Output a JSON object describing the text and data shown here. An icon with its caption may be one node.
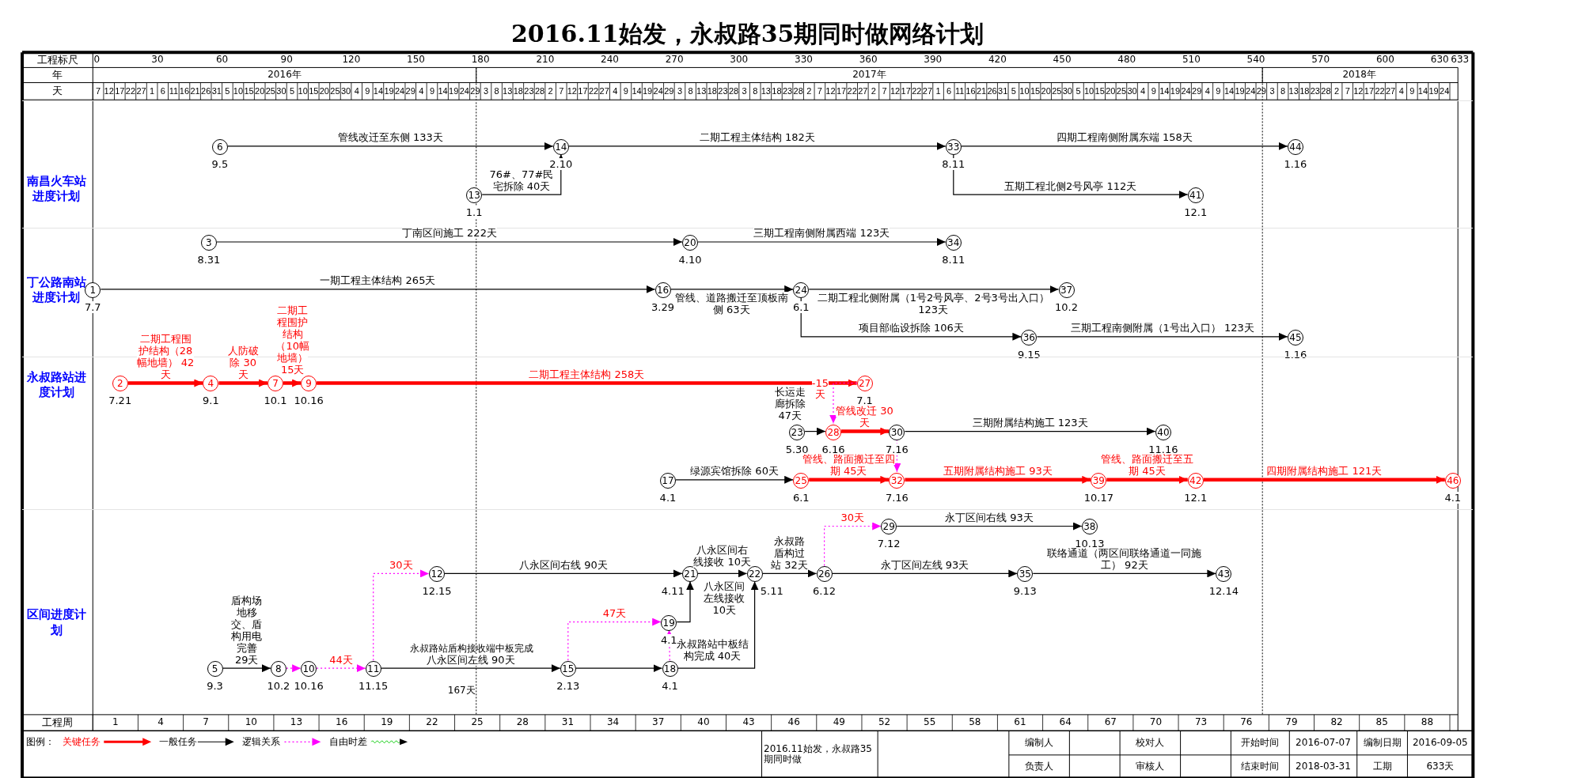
{
  "diagram": {
    "title": "2016.11始发，永叔路35期同时做网络计划",
    "nodes": [
      {
        "text": [
          "南昌火车站进度计划"
        ]
      },
      {
        "text": [
          "丁公路南站进度计划"
        ]
      },
      {
        "text": [
          "永叔路站进度计划"
        ]
      },
      {
        "text": [
          "区间进度计划"
        ]
      },
      {
        "text": [
          "1"
        ],
        "beside": [
          "7.7"
        ],
        "in": 1
      },
      {
        "text": [
          "2"
        ],
        "beside": [
          "7.21"
        ],
        "in": 2
      },
      {
        "text": [
          "3"
        ],
        "beside": [
          "8.31"
        ],
        "in": 1
      },
      {
        "text": [
          "4"
        ],
        "beside": [
          "9.1"
        ],
        "in": 2
      },
      {
        "text": [
          "5"
        ],
        "beside": [
          "9.3"
        ],
        "in": 3
      },
      {
        "text": [
          "6"
        ],
        "beside": [
          "9.5"
        ],
        "in": 0
      },
      {
        "text": [
          "7"
        ],
        "beside": [
          "10.1"
        ],
        "in": 2
      },
      {
        "text": [
          "8"
        ],
        "beside": [
          "10.2"
        ],
        "in": 3
      },
      {
        "text": [
          "9"
        ],
        "beside": [
          "10.16"
        ],
        "in": 2
      },
      {
        "text": [
          "10"
        ],
        "beside": [
          "10.16"
        ],
        "in": 3
      },
      {
        "text": [
          "11"
        ],
        "beside": [
          "11.15"
        ],
        "in": 3
      },
      {
        "text": [
          "12"
        ],
        "beside": [
          "12.15"
        ],
        "in": 3
      },
      {
        "text": [
          "13"
        ],
        "beside": [
          "1.1"
        ],
        "in": 0
      },
      {
        "text": [
          "14"
        ],
        "beside": [
          "2.10"
        ],
        "in": 0
      },
      {
        "text": [
          "15"
        ],
        "beside": [
          "2.13"
        ],
        "in": 3
      },
      {
        "text": [
          "16"
        ],
        "beside": [
          "3.29"
        ],
        "in": 1
      },
      {
        "text": [
          "17"
        ],
        "beside": [
          "4.1"
        ],
        "in": 2
      },
      {
        "text": [
          "18"
        ],
        "beside": [
          "4.1"
        ],
        "in": 3
      },
      {
        "text": [
          "19"
        ],
        "beside": [
          "4.1"
        ],
        "in": 3
      },
      {
        "text": [
          "20"
        ],
        "beside": [
          "4.10"
        ],
        "in": 1
      },
      {
        "text": [
          "21"
        ],
        "beside": [
          "4.11"
        ],
        "in": 3
      },
      {
        "text": [
          "22"
        ],
        "beside": [
          "5.11"
        ],
        "in": 3
      },
      {
        "text": [
          "23"
        ],
        "beside": [
          "5.30"
        ],
        "in": 2
      },
      {
        "text": [
          "24"
        ],
        "beside": [
          "6.1"
        ],
        "in": 1
      },
      {
        "text": [
          "25"
        ],
        "beside": [
          "6.1"
        ],
        "in": 2
      },
      {
        "text": [
          "26"
        ],
        "beside": [
          "6.12"
        ],
        "in": 3
      },
      {
        "text": [
          "27"
        ],
        "beside": [
          "7.1"
        ],
        "in": 2
      },
      {
        "text": [
          "28"
        ],
        "beside": [
          "6.16"
        ],
        "in": 2
      },
      {
        "text": [
          "29"
        ],
        "beside": [
          "7.12"
        ],
        "in": 3
      },
      {
        "text": [
          "30"
        ],
        "beside": [
          "7.16"
        ],
        "in": 2
      },
      {
        "text": [
          "32"
        ],
        "beside": [
          "7.16"
        ],
        "in": 2
      },
      {
        "text": [
          "33"
        ],
        "beside": [
          "8.11"
        ],
        "in": 0
      },
      {
        "text": [
          "34"
        ],
        "beside": [
          "8.11"
        ],
        "in": 1
      },
      {
        "text": [
          "35"
        ],
        "beside": [
          "9.13"
        ],
        "in": 3
      },
      {
        "text": [
          "36"
        ],
        "beside": [
          "9.15"
        ],
        "in": 1
      },
      {
        "text": [
          "37"
        ],
        "beside": [
          "10.2"
        ],
        "in": 1
      },
      {
        "text": [
          "38"
        ],
        "beside": [
          "10.13"
        ],
        "in": 3
      },
      {
        "text": [
          "39"
        ],
        "beside": [
          "10.17"
        ],
        "in": 2
      },
      {
        "text": [
          "40"
        ],
        "beside": [
          "11.16"
        ],
        "in": 2
      },
      {
        "text": [
          "41"
        ],
        "beside": [
          "12.1"
        ],
        "in": 0
      },
      {
        "text": [
          "42"
        ],
        "beside": [
          "12.1"
        ],
        "in": 2
      },
      {
        "text": [
          "43"
        ],
        "beside": [
          "12.14"
        ],
        "in": 3
      },
      {
        "text": [
          "44"
        ],
        "beside": [
          "1.16"
        ],
        "in": 0
      },
      {
        "text": [
          "45"
        ],
        "beside": [
          "1.16"
        ],
        "in": 1
      },
      {
        "text": [
          "46"
        ],
        "beside": [
          "4.1"
        ],
        "in": 2
      }
    ],
    "edges": [
      {
        "from": 9,
        "to": 17,
        "arrow": "to",
        "label": "管线改迁至东侧 133天"
      },
      {
        "from": 16,
        "to": 17,
        "arrow": "to",
        "label": "76#、77#民宅拆除 40天"
      },
      {
        "from": 17,
        "to": 35,
        "arrow": "to",
        "label": "二期工程主体结构 182天"
      },
      {
        "from": 35,
        "to": 46,
        "arrow": "to",
        "label": "四期工程南侧附属东端 158天"
      },
      {
        "from": 35,
        "to": 43,
        "arrow": "to",
        "label": "五期工程北侧2号风亭 112天"
      },
      {
        "from": 6,
        "to": 23,
        "arrow": "to",
        "label": "丁南区间施工 222天"
      },
      {
        "from": 23,
        "to": 36,
        "arrow": "to",
        "label": "三期工程南侧附属西端 123天"
      },
      {
        "from": 4,
        "to": 19,
        "arrow": "to",
        "label": "一期工程主体结构 265天"
      },
      {
        "from": 19,
        "to": 27,
        "arrow": "to",
        "label": "管线、道路搬迁至顶板南侧 63天"
      },
      {
        "from": 27,
        "to": 39,
        "arrow": "to",
        "label": "二期工程北侧附属（1号2号风亭、2号3号出入口） 123天"
      },
      {
        "from": 27,
        "to": 38,
        "arrow": "to",
        "label": "项目部临设拆除 106天"
      },
      {
        "from": 38,
        "to": 47,
        "arrow": "to",
        "label": "三期工程南侧附属（1号出入口） 123天"
      },
      {
        "from": 5,
        "to": 7,
        "arrow": "to",
        "label": "二期工程围护结构（28幅地墙） 42天",
        "style": "thick",
        "color": "#ff0000"
      },
      {
        "from": 7,
        "to": 10,
        "arrow": "to",
        "label": "人防破除 30天",
        "style": "thick",
        "color": "#ff0000"
      },
      {
        "from": 10,
        "to": 12,
        "arrow": "to",
        "label": "二期工程围护结构（10幅地墙） 15天",
        "style": "thick",
        "color": "#ff0000"
      },
      {
        "from": 12,
        "to": 30,
        "arrow": "to",
        "label": "二期工程主体结构 258天",
        "style": "thick",
        "color": "#ff0000"
      },
      {
        "from": 30,
        "to": 31,
        "arrow": "to",
        "label": "-15天",
        "style": "dashed",
        "color": "#ff00ff"
      },
      {
        "from": 26,
        "to": 31,
        "arrow": "to",
        "label": "长运走廊拆除 47天"
      },
      {
        "from": 31,
        "to": 33,
        "arrow": "to",
        "label": "管线改迁 30天",
        "style": "thick",
        "color": "#ff0000"
      },
      {
        "from": 33,
        "to": 42,
        "arrow": "to",
        "label": "三期附属结构施工 123天"
      },
      {
        "from": 33,
        "to": 34,
        "arrow": "to",
        "style": "dashed",
        "color": "#ff00ff"
      },
      {
        "from": 20,
        "to": 28,
        "arrow": "to",
        "label": "绿源宾馆拆除 60天"
      },
      {
        "from": 28,
        "to": 34,
        "arrow": "to",
        "label": "管线、路面搬迁至四期 45天",
        "style": "thick",
        "color": "#ff0000"
      },
      {
        "from": 34,
        "to": 41,
        "arrow": "to",
        "label": "五期附属结构施工 93天",
        "style": "thick",
        "color": "#ff0000"
      },
      {
        "from": 41,
        "to": 44,
        "arrow": "to",
        "label": "管线、路面搬迁至五期 45天",
        "style": "thick",
        "color": "#ff0000"
      },
      {
        "from": 44,
        "to": 48,
        "arrow": "to",
        "label": "四期附属结构施工 121天",
        "style": "thick",
        "color": "#ff0000"
      },
      {
        "from": 8,
        "to": 11,
        "arrow": "to",
        "label": "盾构场地移交、盾构用电完善 29天"
      },
      {
        "from": 11,
        "to": 13,
        "arrow": "to",
        "style": "dashed",
        "color": "#ff00ff"
      },
      {
        "from": 13,
        "to": 14,
        "arrow": "to",
        "label": "44天",
        "style": "dashed",
        "color": "#ff00ff"
      },
      {
        "from": 14,
        "to": 15,
        "arrow": "to",
        "label": "30天",
        "style": "dashed",
        "color": "#ff00ff"
      },
      {
        "from": 14,
        "to": 18,
        "arrow": "to",
        "label": "八永区间左线 90天"
      },
      {
        "from": 18,
        "to": 21,
        "arrow": "to"
      },
      {
        "from": 18,
        "to": 22,
        "arrow": "to",
        "label": "47天",
        "style": "dashed",
        "color": "#ff00ff"
      },
      {
        "from": 21,
        "to": 22,
        "arrow": "to",
        "style": "dashed",
        "color": "#ff00ff"
      },
      {
        "from": 22,
        "to": 24,
        "arrow": "to",
        "label": "八永区间左线接收 10天"
      },
      {
        "from": 15,
        "to": 24,
        "arrow": "to",
        "label": "八永区间右线 90天"
      },
      {
        "from": 24,
        "to": 25,
        "arrow": "to",
        "label": "八永区间右线接收 10天"
      },
      {
        "from": 21,
        "to": 25,
        "arrow": "to",
        "label": "永叔路站中板结构完成 40天"
      },
      {
        "from": 25,
        "to": 29,
        "arrow": "to",
        "label": "永叔路盾构过站 32天"
      },
      {
        "from": 29,
        "to": 32,
        "arrow": "to",
        "label": "30天",
        "style": "dashed",
        "color": "#ff00ff"
      },
      {
        "from": 32,
        "to": 40,
        "arrow": "to",
        "label": "永丁区间右线 93天"
      },
      {
        "from": 29,
        "to": 37,
        "arrow": "to",
        "label": "永丁区间左线 93天"
      },
      {
        "from": 37,
        "to": 45,
        "arrow": "to",
        "label": "联络通道（两区间联络通道一同施工） 92天"
      }
    ],
    "labels": [
      "工程标尺",
      "0",
      "30",
      "60",
      "90",
      "120",
      "150",
      "180",
      "210",
      "240",
      "270",
      "300",
      "330",
      "360",
      "390",
      "420",
      "450",
      "480",
      "510",
      "540",
      "570",
      "600",
      "630",
      "633",
      "年",
      "2016年",
      "2017年",
      "2018年",
      "天",
      "7",
      "12",
      "17",
      "22",
      "27",
      "1",
      "6",
      "11",
      "16",
      "21",
      "26",
      "31",
      "5",
      "10",
      "15",
      "20",
      "25",
      "30",
      "5",
      "10",
      "15",
      "20",
      "25",
      "30",
      "4",
      "9",
      "14",
      "19",
      "24",
      "29",
      "4",
      "9",
      "14",
      "19",
      "24",
      "29",
      "3",
      "8",
      "13",
      "18",
      "23",
      "28",
      "2",
      "7",
      "12",
      "17",
      "22",
      "27",
      "4",
      "9",
      "14",
      "19",
      "24",
      "29",
      "3",
      "8",
      "13",
      "18",
      "23",
      "28",
      "3",
      "8",
      "13",
      "18",
      "23",
      "28",
      "2",
      "7",
      "12",
      "17",
      "22",
      "27",
      "2",
      "7",
      "12",
      "17",
      "22",
      "27",
      "1",
      "6",
      "11",
      "16",
      "21",
      "26",
      "31",
      "5",
      "10",
      "15",
      "20",
      "25",
      "30",
      "5",
      "10",
      "15",
      "20",
      "25",
      "30",
      "4",
      "9",
      "14",
      "19",
      "24",
      "29",
      "4",
      "9",
      "14",
      "19",
      "24",
      "29",
      "3",
      "8",
      "13",
      "18",
      "23",
      "28",
      "2",
      "7",
      "12",
      "17",
      "22",
      "27",
      "4",
      "9",
      "14",
      "19",
      "24",
      "工程周",
      "1",
      "4",
      "7",
      "10",
      "13",
      "16",
      "19",
      "22",
      "25",
      "28",
      "31",
      "34",
      "37",
      "40",
      "43",
      "46",
      "49",
      "52",
      "55",
      "58",
      "61",
      "64",
      "67",
      "70",
      "73",
      "76",
      "79",
      "82",
      "85",
      "88",
      "图例：",
      "2016.11始发，永叔路35期同时做",
      "编制人",
      "校对人",
      "负责人",
      "审核人",
      "开始时间",
      "2016-07-07",
      "结束时间",
      "2018-03-31",
      "编制日期",
      "2016-09-05",
      "工期",
      "633天",
      "永叔路站盾构接收端中板完成",
      "167天"
    ],
    "legend": [
      {
        "text": "关键任务"
      },
      {
        "text": "一般任务"
      },
      {
        "text": "逻辑关系"
      },
      {
        "text": "自由时差"
      }
    ]
  }
}
